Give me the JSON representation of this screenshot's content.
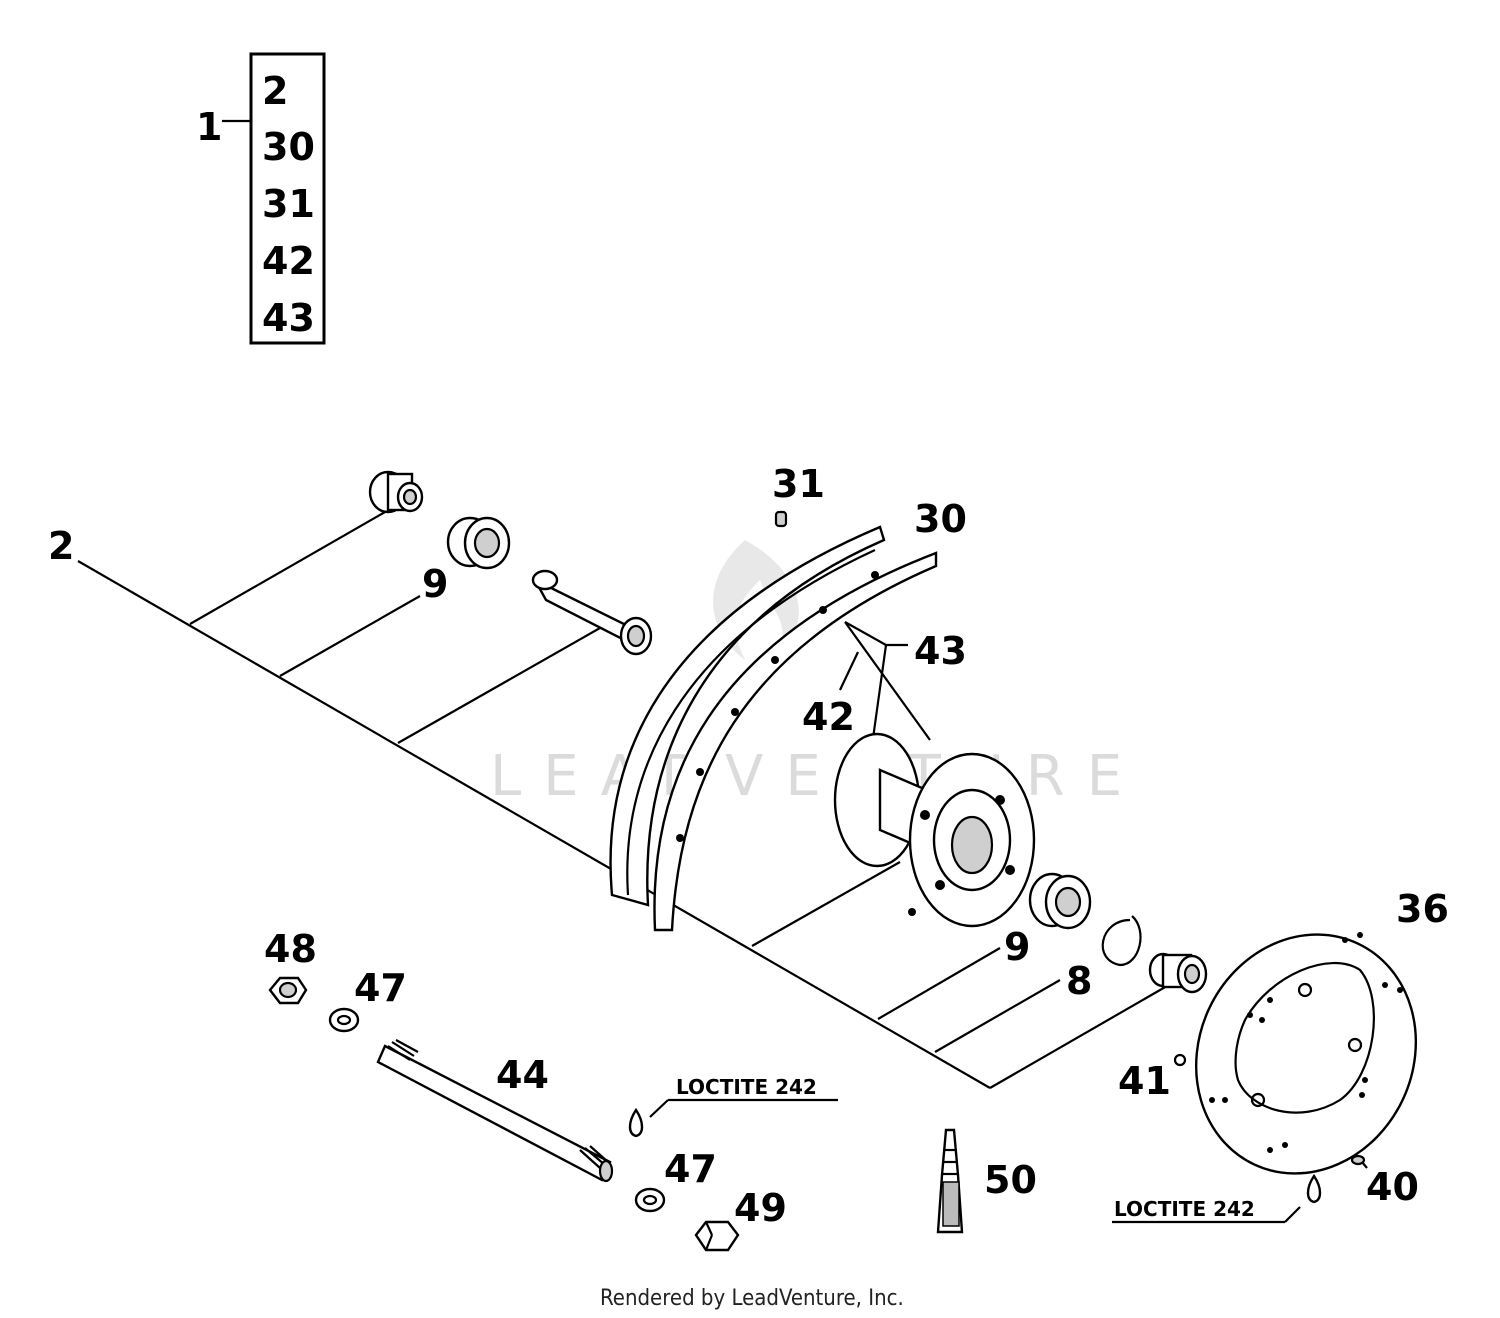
{
  "assembly_box": {
    "main_label": "1",
    "items": [
      "2",
      "30",
      "31",
      "42",
      "43"
    ]
  },
  "callouts": {
    "c2": "2",
    "c9a": "9",
    "c31": "31",
    "c30": "30",
    "c43": "43",
    "c42": "42",
    "c9b": "9",
    "c8": "8",
    "c36": "36",
    "c41": "41",
    "c40": "40",
    "c48": "48",
    "c47a": "47",
    "c44": "44",
    "c47b": "47",
    "c49": "49",
    "c50": "50"
  },
  "notes": {
    "loctite_left": "LOCTITE 242",
    "loctite_right": "LOCTITE 242"
  },
  "watermark": "LEADVENTURE",
  "footer": "Rendered by LeadVenture, Inc."
}
